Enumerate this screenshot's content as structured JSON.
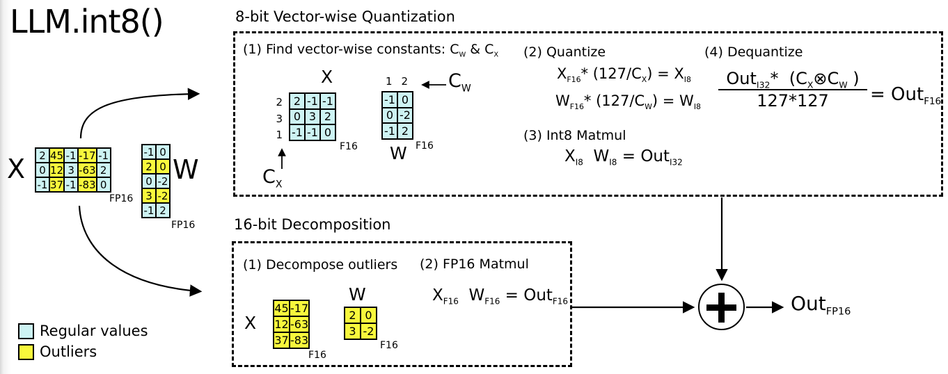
{
  "title": "LLM.int8()",
  "colors": {
    "regular": "#cdf3f3",
    "outlier": "#f8f83c"
  },
  "legend": {
    "regular_label": "Regular values",
    "outlier_label": "Outliers"
  },
  "inputs": {
    "x_label": "X",
    "x_dtype": "FP16",
    "x_matrix": {
      "rows": [
        [
          "2",
          "45",
          "-1",
          "-17",
          "-1"
        ],
        [
          "0",
          "12",
          "3",
          "-63",
          "2"
        ],
        [
          "-1",
          "37",
          "-1",
          "-83",
          "0"
        ]
      ],
      "outliers": [
        [
          false,
          true,
          false,
          true,
          false
        ],
        [
          false,
          true,
          false,
          true,
          false
        ],
        [
          false,
          true,
          false,
          true,
          false
        ]
      ]
    },
    "w_label": "W",
    "w_dtype": "FP16",
    "w_matrix": {
      "rows": [
        [
          "-1",
          "0"
        ],
        [
          "2",
          "0"
        ],
        [
          "0",
          "-2"
        ],
        [
          "3",
          "-2"
        ],
        [
          "-1",
          "2"
        ]
      ],
      "outliers": [
        [
          false,
          false
        ],
        [
          true,
          true
        ],
        [
          false,
          false
        ],
        [
          true,
          true
        ],
        [
          false,
          false
        ]
      ]
    }
  },
  "quant_box": {
    "title": "8-bit Vector-wise Quantization",
    "step1": {
      "label": [
        [
          "t",
          "(1) Find vector-wise constants: C"
        ],
        [
          "s",
          "W"
        ],
        [
          "t",
          " & C"
        ],
        [
          "s",
          "X"
        ]
      ],
      "x_label": "X",
      "x_row_labels": [
        "2",
        "3",
        "1"
      ],
      "x_matrix": {
        "rows": [
          [
            "2",
            "-1",
            "-1"
          ],
          [
            "0",
            "3",
            "2"
          ],
          [
            "-1",
            "-1",
            "0"
          ]
        ],
        "outliers": [
          [
            false,
            false,
            false
          ],
          [
            false,
            false,
            false
          ],
          [
            false,
            false,
            false
          ]
        ]
      },
      "x_dtype": "F16",
      "cx_label": [
        [
          "t",
          "C"
        ],
        [
          "s",
          "X"
        ]
      ],
      "w_col_labels": [
        "1",
        "2"
      ],
      "w_matrix": {
        "rows": [
          [
            "-1",
            "0"
          ],
          [
            "0",
            "-2"
          ],
          [
            "-1",
            "2"
          ]
        ],
        "outliers": [
          [
            false,
            false
          ],
          [
            false,
            false
          ],
          [
            false,
            false
          ]
        ]
      },
      "w_label": "W",
      "w_dtype": "F16",
      "cw_label": [
        [
          "t",
          "C"
        ],
        [
          "s",
          "W"
        ]
      ]
    },
    "step2": {
      "label": "(2) Quantize",
      "line1": [
        [
          "t",
          "X"
        ],
        [
          "s",
          "F16"
        ],
        [
          "t",
          "* (127/C"
        ],
        [
          "s",
          "X"
        ],
        [
          "t",
          ") = X"
        ],
        [
          "s",
          "I8"
        ]
      ],
      "line2": [
        [
          "t",
          "W"
        ],
        [
          "s",
          "F16"
        ],
        [
          "t",
          "* (127/C"
        ],
        [
          "s",
          "W"
        ],
        [
          "t",
          ") = W"
        ],
        [
          "s",
          "I8"
        ]
      ]
    },
    "step3": {
      "label": "(3) Int8 Matmul",
      "formula": [
        [
          "t",
          "X"
        ],
        [
          "s",
          "I8"
        ],
        [
          "t",
          "  W"
        ],
        [
          "s",
          "I8"
        ],
        [
          "t",
          " = Out"
        ],
        [
          "s",
          "I32"
        ]
      ]
    },
    "step4": {
      "label": "(4) Dequantize",
      "numerator": [
        [
          "t",
          "Out"
        ],
        [
          "s",
          "I32"
        ],
        [
          "t",
          "*  (C"
        ],
        [
          "s",
          "X"
        ],
        [
          "t",
          "⊗"
        ],
        [
          "t",
          "C"
        ],
        [
          "s",
          "W"
        ],
        [
          "t",
          " )"
        ]
      ],
      "denominator": "127*127",
      "rhs": [
        [
          "t",
          "= Out"
        ],
        [
          "s",
          "F16"
        ]
      ]
    }
  },
  "decomp_box": {
    "title": "16-bit Decomposition",
    "step1": {
      "label": "(1) Decompose outliers",
      "x_label": "X",
      "x_matrix": {
        "rows": [
          [
            "45",
            "-17"
          ],
          [
            "12",
            "-63"
          ],
          [
            "37",
            "-83"
          ]
        ],
        "outliers": [
          [
            true,
            true
          ],
          [
            true,
            true
          ],
          [
            true,
            true
          ]
        ]
      },
      "x_dtype": "F16",
      "w_label": "W",
      "w_matrix": {
        "rows": [
          [
            "2",
            "0"
          ],
          [
            "3",
            "-2"
          ]
        ],
        "outliers": [
          [
            true,
            true
          ],
          [
            true,
            true
          ]
        ]
      },
      "w_dtype": "F16"
    },
    "step2": {
      "label": "(2) FP16 Matmul",
      "formula": [
        [
          "t",
          "X"
        ],
        [
          "s",
          "F16"
        ],
        [
          "t",
          "  W"
        ],
        [
          "s",
          "F16"
        ],
        [
          "t",
          " = Out"
        ],
        [
          "s",
          "F16"
        ]
      ]
    }
  },
  "output": {
    "label": [
      [
        "t",
        "Out"
      ],
      [
        "s",
        "FP16"
      ]
    ]
  }
}
